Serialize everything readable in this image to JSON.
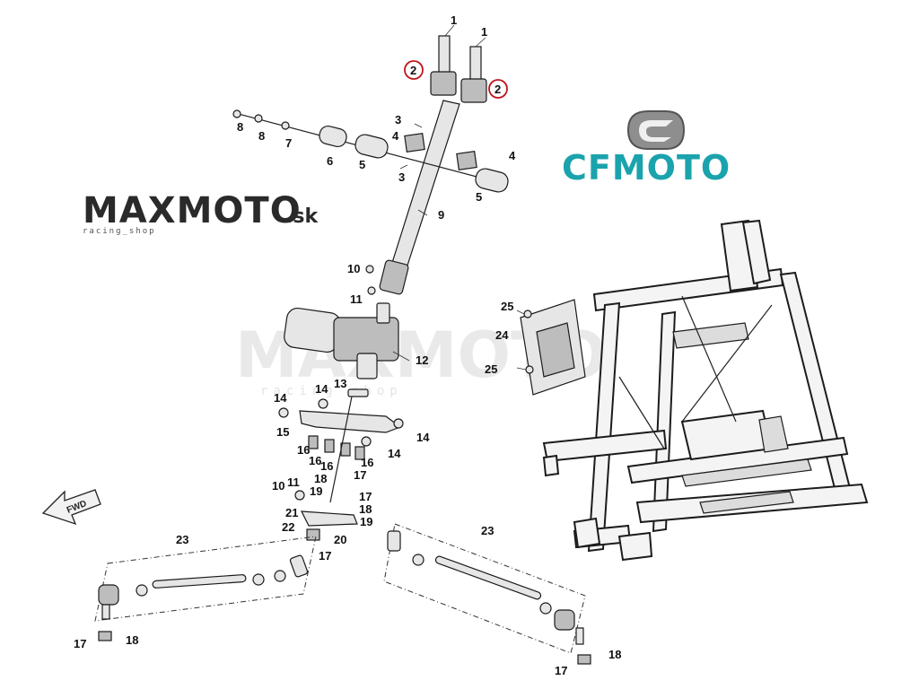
{
  "brand": {
    "maxmoto": "MAXMOTO",
    "maxmoto_suffix": ".sk",
    "maxmoto_sub": "racing_shop",
    "cfmoto": "CFMOTO",
    "cfmoto_color": "#1aa3ad",
    "watermark": "MAXMOTO",
    "watermark_sub": "racing shop"
  },
  "fwd_label": "FWD",
  "highlight_color": "#c0141b",
  "callouts": [
    {
      "id": "c1a",
      "label": "1"
    },
    {
      "id": "c1b",
      "label": "1"
    },
    {
      "id": "c2a",
      "label": "2",
      "circled": true
    },
    {
      "id": "c2b",
      "label": "2",
      "circled": true
    },
    {
      "id": "c3a",
      "label": "3"
    },
    {
      "id": "c3b",
      "label": "3"
    },
    {
      "id": "c4a",
      "label": "4"
    },
    {
      "id": "c4b",
      "label": "4"
    },
    {
      "id": "c5a",
      "label": "5"
    },
    {
      "id": "c5b",
      "label": "5"
    },
    {
      "id": "c6",
      "label": "6"
    },
    {
      "id": "c7",
      "label": "7"
    },
    {
      "id": "c8a",
      "label": "8"
    },
    {
      "id": "c8b",
      "label": "8"
    },
    {
      "id": "c9",
      "label": "9"
    },
    {
      "id": "c10a",
      "label": "10"
    },
    {
      "id": "c10b",
      "label": "10"
    },
    {
      "id": "c11a",
      "label": "11"
    },
    {
      "id": "c11b",
      "label": "11"
    },
    {
      "id": "c12",
      "label": "12"
    },
    {
      "id": "c13",
      "label": "13"
    },
    {
      "id": "c14a",
      "label": "14"
    },
    {
      "id": "c14b",
      "label": "14"
    },
    {
      "id": "c14c",
      "label": "14"
    },
    {
      "id": "c14d",
      "label": "14"
    },
    {
      "id": "c15",
      "label": "15"
    },
    {
      "id": "c16a",
      "label": "16"
    },
    {
      "id": "c16b",
      "label": "16"
    },
    {
      "id": "c16c",
      "label": "16"
    },
    {
      "id": "c16d",
      "label": "16"
    },
    {
      "id": "c17a",
      "label": "17"
    },
    {
      "id": "c17b",
      "label": "17"
    },
    {
      "id": "c17c",
      "label": "17"
    },
    {
      "id": "c17d",
      "label": "17"
    },
    {
      "id": "c17e",
      "label": "17"
    },
    {
      "id": "c18a",
      "label": "18"
    },
    {
      "id": "c18b",
      "label": "18"
    },
    {
      "id": "c18c",
      "label": "18"
    },
    {
      "id": "c18d",
      "label": "18"
    },
    {
      "id": "c19a",
      "label": "19"
    },
    {
      "id": "c19b",
      "label": "19"
    },
    {
      "id": "c20",
      "label": "20"
    },
    {
      "id": "c21",
      "label": "21"
    },
    {
      "id": "c22",
      "label": "22"
    },
    {
      "id": "c23a",
      "label": "23"
    },
    {
      "id": "c23b",
      "label": "23"
    },
    {
      "id": "c24",
      "label": "24"
    },
    {
      "id": "c25a",
      "label": "25"
    },
    {
      "id": "c25b",
      "label": "25"
    }
  ]
}
